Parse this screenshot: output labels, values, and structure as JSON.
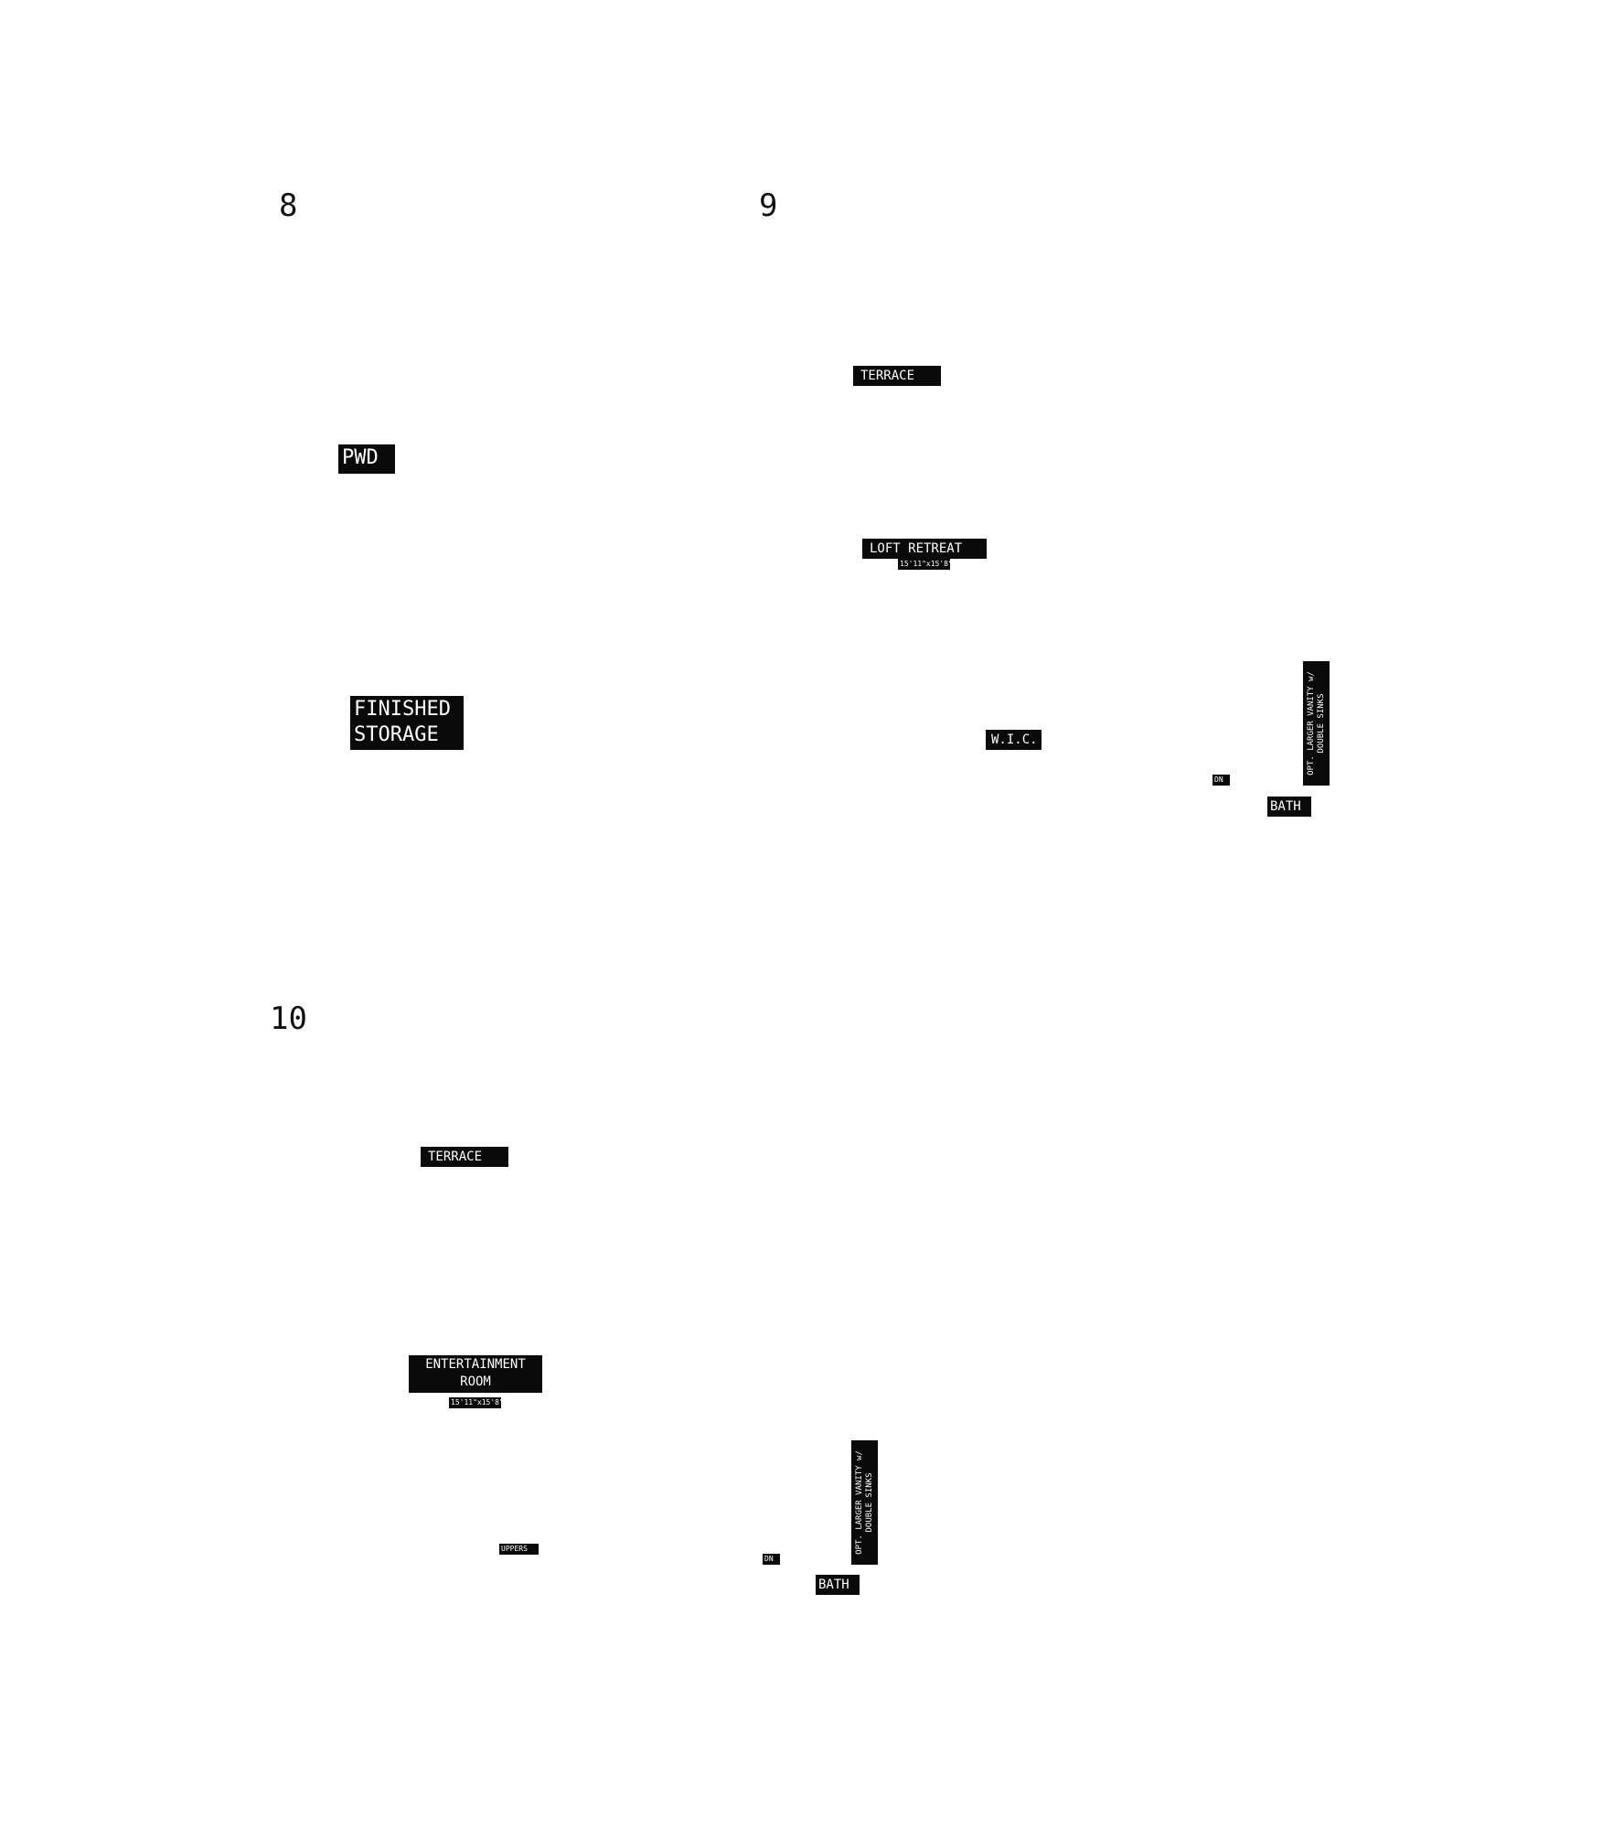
{
  "plans": [
    {
      "number": "8",
      "labels": {
        "pwd": "PWD",
        "finished_storage_line1": "FINISHED",
        "finished_storage_line2": "STORAGE"
      }
    },
    {
      "number": "9",
      "labels": {
        "terrace": "TERRACE",
        "loft_retreat": "LOFT RETREAT",
        "loft_retreat_dim": "15'11\"x15'8\"",
        "wic": "W.I.C.",
        "dn": "DN",
        "bath": "BATH",
        "vanity_line1": "OPT. LARGER VANITY w/",
        "vanity_line2": "DOUBLE SINKS"
      }
    },
    {
      "number": "10",
      "labels": {
        "terrace": "TERRACE",
        "entertainment_line1": "ENTERTAINMENT",
        "entertainment_line2": "ROOM",
        "entertainment_dim": "15'11\"x15'8\"",
        "uppers": "UPPERS",
        "dn": "DN",
        "bath": "BATH",
        "vanity_line1": "OPT. LARGER VANITY w/",
        "vanity_line2": "DOUBLE SINKS"
      }
    }
  ]
}
